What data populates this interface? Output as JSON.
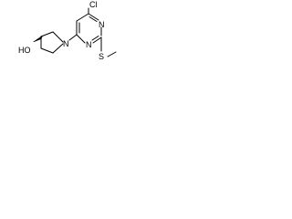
{
  "molecule": {
    "atoms": {
      "cl": "Cl",
      "n_ring_top": "N",
      "n_ring_bottom": "N",
      "n_pyrrolidine": "N",
      "oh": "HO",
      "s": "S"
    },
    "colors": {
      "line": "#000000",
      "background": "#ffffff"
    }
  }
}
